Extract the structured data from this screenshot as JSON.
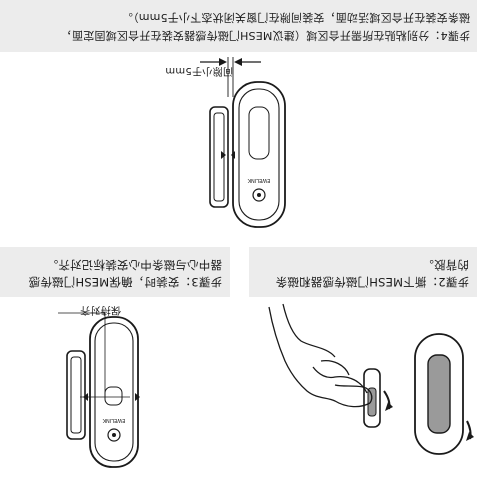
{
  "steps": {
    "step2_line1": "步骤2：撕下MESH门磁传感器和磁条",
    "step2_line2": "的背胶。",
    "step3_line1": "步骤3：安装时，确保MESH门磁传感",
    "step3_line2": "器中心与磁条中心安装标记对齐。",
    "step4_line1": "步骤4：分别粘贴在所需开合区域（建议MESH门磁传感器安装在开合区域固定面，",
    "step4_line2": "磁条安装在开合区域活动面，安装间隙在门窗关闭状态下小于5mm）。"
  },
  "labels": {
    "align_label": "保持对齐",
    "gap_label": "间隙小于5mm"
  },
  "device": {
    "brand": "EWELINK",
    "button_glyph": "⏻"
  },
  "colors": {
    "panel_bg": "#ececec",
    "line": "#1a1a1a",
    "magnet_fill": "#9a9a9a"
  }
}
